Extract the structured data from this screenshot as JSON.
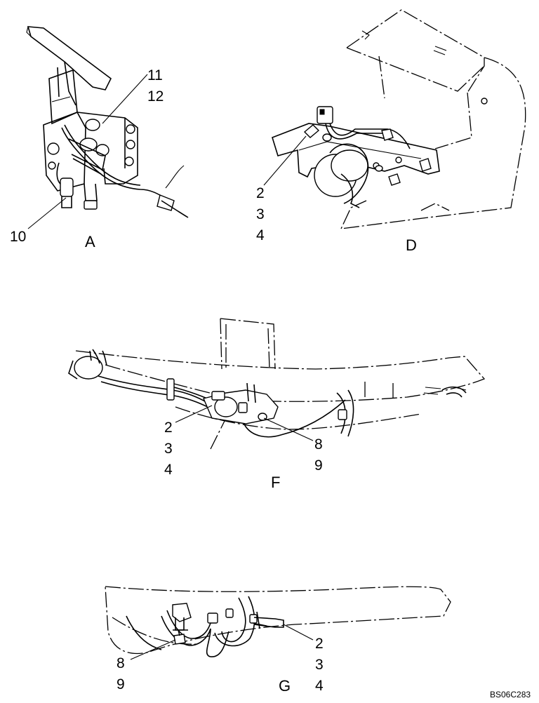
{
  "callouts": {
    "a_11": "11",
    "a_12": "12",
    "a_10": "10",
    "d_2": "2",
    "d_3": "3",
    "d_4": "4",
    "f_2": "2",
    "f_3": "3",
    "f_4": "4",
    "f_8": "8",
    "f_9": "9",
    "g_2": "2",
    "g_3": "3",
    "g_4": "4",
    "g_8": "8",
    "g_9": "9"
  },
  "views": {
    "a": "A",
    "d": "D",
    "f": "F",
    "g": "G"
  },
  "drawing_code": "BS06C283"
}
